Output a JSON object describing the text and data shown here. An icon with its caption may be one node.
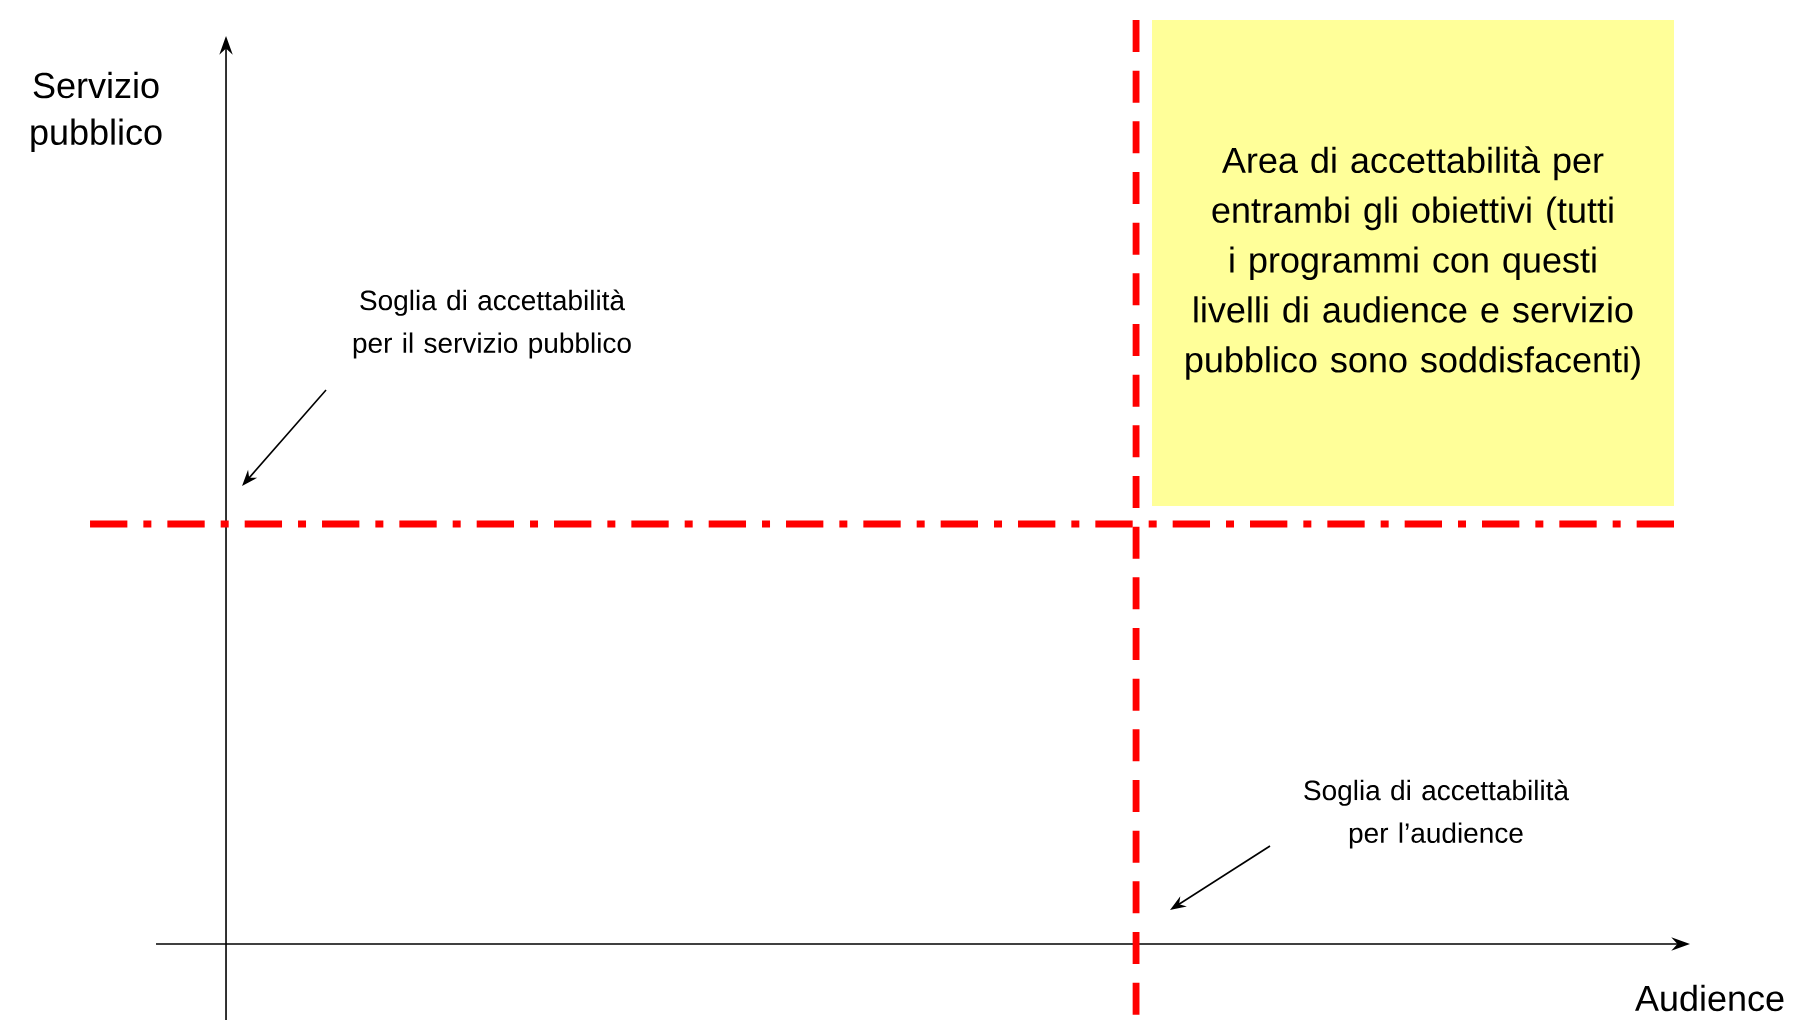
{
  "diagram": {
    "nodes": [
      {
        "text": [
          "Area di accettabilità per entrambi gli obiettivi (tutti i programmi con questi livelli di audience e servizio pubblico sono soddisfacenti)"
        ]
      },
      {
        "text": [
          "Soglia di accettabilità per il servizio pubblico"
        ]
      },
      {
        "text": [
          "Soglia di accettabilità per l’audience"
        ]
      }
    ],
    "edges": [
      {
        "from": 1,
        "to": null,
        "arrow": "to"
      },
      {
        "from": 2,
        "to": null,
        "arrow": "to"
      }
    ],
    "labels": [
      "Servizio pubblico",
      "Audience"
    ]
  }
}
